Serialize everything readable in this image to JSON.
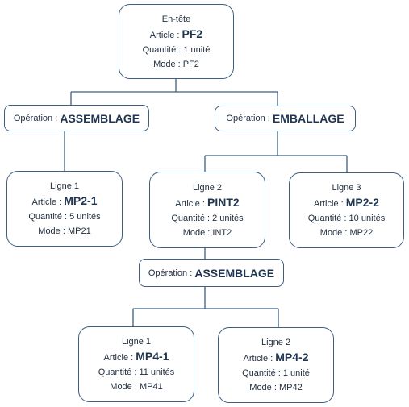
{
  "root": {
    "title": "En-tête",
    "article_label": "Article :",
    "article": "PF2",
    "quantite": "Quantité : 1 unité",
    "mode": "Mode : PF2"
  },
  "operations": {
    "op1": {
      "label": "Opération :",
      "name": "ASSEMBLAGE"
    },
    "op2": {
      "label": "Opération :",
      "name": "EMBALLAGE"
    },
    "op3": {
      "label": "Opération :",
      "name": "ASSEMBLAGE"
    }
  },
  "lignes": {
    "l1": {
      "title": "Ligne 1",
      "article_label": "Article :",
      "article": "MP2-1",
      "quantite": "Quantité : 5 unités",
      "mode": "Mode : MP21"
    },
    "l2": {
      "title": "Ligne 2",
      "article_label": "Article :",
      "article": "PINT2",
      "quantite": "Quantité : 2 unités",
      "mode": "Mode : INT2"
    },
    "l3": {
      "title": "Ligne 3",
      "article_label": "Article :",
      "article": "MP2-2",
      "quantite": "Quantité : 10 unités",
      "mode": "Mode : MP22"
    },
    "l4": {
      "title": "Ligne 1",
      "article_label": "Article :",
      "article": "MP4-1",
      "quantite": "Quantité : 11 unités",
      "mode": "Mode : MP41"
    },
    "l5": {
      "title": "Ligne 2",
      "article_label": "Article :",
      "article": "MP4-2",
      "quantite": "Quantité : 1 unité",
      "mode": "Mode : MP42"
    }
  },
  "colors": {
    "border": "#3f5f80",
    "line": "#3f5f80",
    "text": "#1f2d3d"
  }
}
